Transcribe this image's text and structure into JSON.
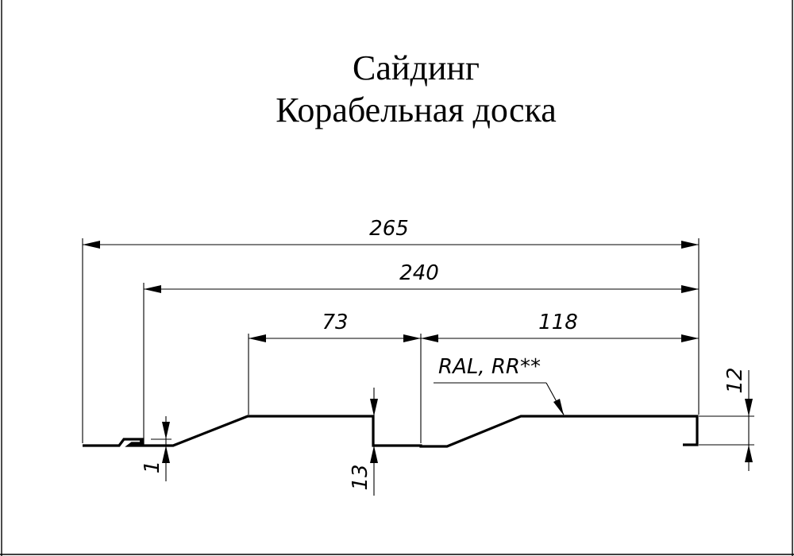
{
  "title": {
    "line1": "Сайдинг",
    "line2": "Корабельная доска"
  },
  "dimensions": {
    "overall": "265",
    "working": "240",
    "left_panel": "73",
    "right_panel": "118",
    "step_height_right": "12",
    "step_height_mid": "13",
    "lock_gap": "1"
  },
  "note": {
    "coating": "RAL, RR**"
  }
}
